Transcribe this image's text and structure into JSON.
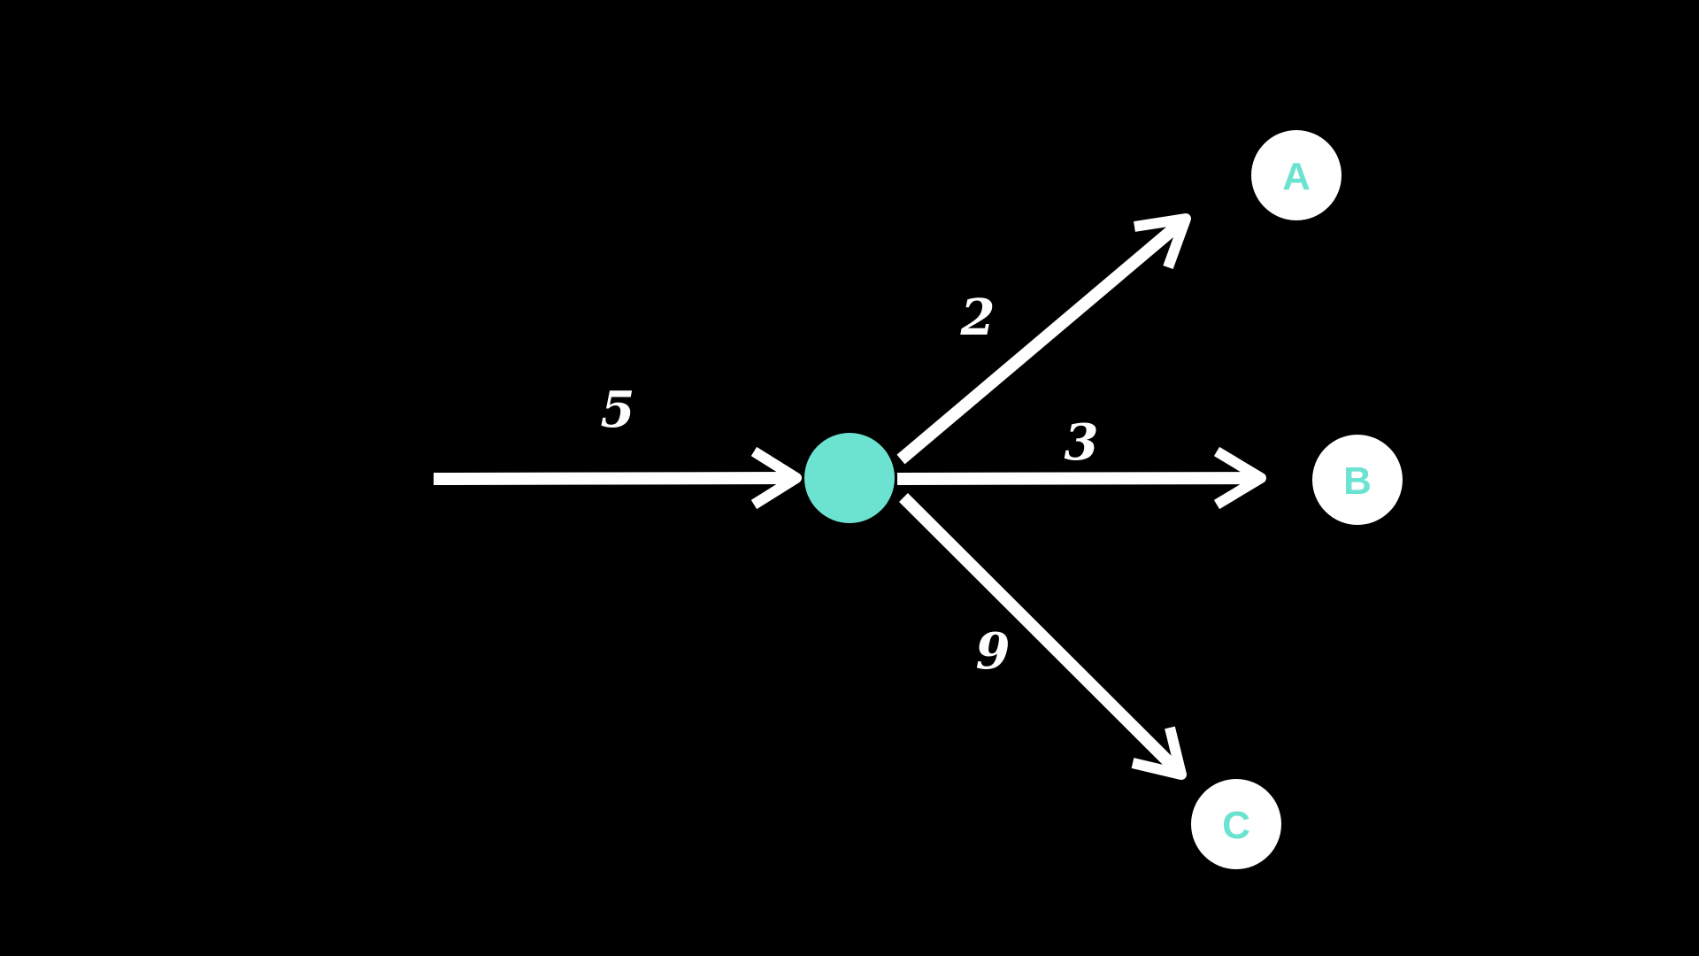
{
  "colors": {
    "background": "#000000",
    "line": "#ffffff",
    "accent": "#6ce3d1",
    "node_fill": "#ffffff"
  },
  "diagram": {
    "type": "flow-split",
    "input_edge": {
      "label": "5"
    },
    "junction_node": {
      "label": ""
    },
    "output_edges": [
      {
        "label": "2",
        "target": "A"
      },
      {
        "label": "3",
        "target": "B"
      },
      {
        "label": "9",
        "target": "C"
      }
    ],
    "nodes": [
      {
        "id": "A",
        "label": "A"
      },
      {
        "id": "B",
        "label": "B"
      },
      {
        "id": "C",
        "label": "C"
      }
    ]
  }
}
